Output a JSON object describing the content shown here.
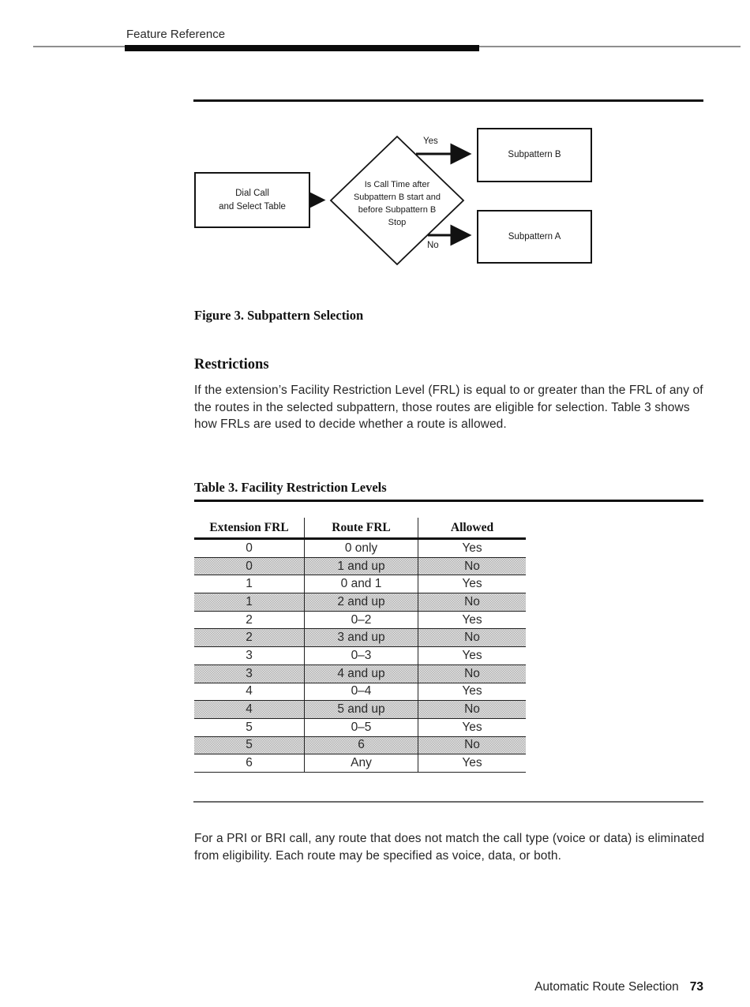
{
  "header": {
    "running_title": "Feature Reference"
  },
  "figure": {
    "caption": "Figure 3. Subpattern Selection",
    "nodes": {
      "dial_line1": "Dial Call",
      "dial_line2": "and Select Table",
      "decision_line1": "Is Call Time after",
      "decision_line2": "Subpattern B start and",
      "decision_line3": "before Subpattern B",
      "decision_line4": "Stop",
      "subpattern_b": "Subpattern B",
      "subpattern_a": "Subpattern A",
      "yes_label": "Yes",
      "no_label": "No"
    }
  },
  "restrictions": {
    "heading": "Restrictions",
    "body": "If the extension’s Facility Restriction Level (FRL) is equal to or greater than the FRL of any of the routes in the selected subpattern, those routes are eligible for selection. Table 3 shows how FRLs are used to decide whether a route is allowed."
  },
  "table3": {
    "caption": "Table 3. Facility Restriction Levels",
    "headers": [
      "Extension FRL",
      "Route FRL",
      "Allowed"
    ],
    "rows": [
      {
        "ext": "0",
        "route": "0 only",
        "allowed": "Yes"
      },
      {
        "ext": "0",
        "route": "1 and up",
        "allowed": "No"
      },
      {
        "ext": "1",
        "route": "0 and 1",
        "allowed": "Yes"
      },
      {
        "ext": "1",
        "route": "2 and up",
        "allowed": "No"
      },
      {
        "ext": "2",
        "route": "0–2",
        "allowed": "Yes"
      },
      {
        "ext": "2",
        "route": "3 and up",
        "allowed": "No"
      },
      {
        "ext": "3",
        "route": "0–3",
        "allowed": "Yes"
      },
      {
        "ext": "3",
        "route": "4 and up",
        "allowed": "No"
      },
      {
        "ext": "4",
        "route": "0–4",
        "allowed": "Yes"
      },
      {
        "ext": "4",
        "route": "5 and up",
        "allowed": "No"
      },
      {
        "ext": "5",
        "route": "0–5",
        "allowed": "Yes"
      },
      {
        "ext": "5",
        "route": "6",
        "allowed": "No"
      },
      {
        "ext": "6",
        "route": "Any",
        "allowed": "Yes"
      }
    ]
  },
  "closing_paragraph": "For a PRI or BRI call, any route that does not match the call type (voice or data) is eliminated from eligibility. Each route may be specified as voice, data, or both.",
  "footer": {
    "section": "Automatic Route Selection",
    "page_number": "73"
  }
}
